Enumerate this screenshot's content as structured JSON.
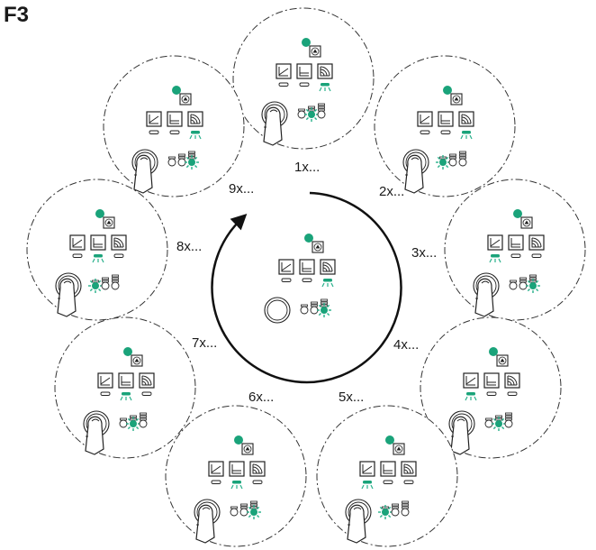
{
  "figure_label": "F3",
  "accent_color": "#1aa37a",
  "led_glow_color": "#27b08a",
  "center_panel": {
    "mode_icons": [
      "curve-icon",
      "constant-icon",
      "speed-icon"
    ],
    "lit_mode": 2,
    "lit_level": 2
  },
  "steps": [
    {
      "label": "1x...",
      "lit_mode": 2,
      "lit_level": 1
    },
    {
      "label": "2x...",
      "lit_mode": 2,
      "lit_level": 0
    },
    {
      "label": "3x...",
      "lit_mode": 0,
      "lit_level": 2
    },
    {
      "label": "4x...",
      "lit_mode": 0,
      "lit_level": 1
    },
    {
      "label": "5x...",
      "lit_mode": 0,
      "lit_level": 0
    },
    {
      "label": "6x...",
      "lit_mode": 1,
      "lit_level": 2
    },
    {
      "label": "7x...",
      "lit_mode": 1,
      "lit_level": 1
    },
    {
      "label": "8x...",
      "lit_mode": 1,
      "lit_level": 0
    },
    {
      "label": "9x...",
      "lit_mode": 2,
      "lit_level": 2
    }
  ]
}
